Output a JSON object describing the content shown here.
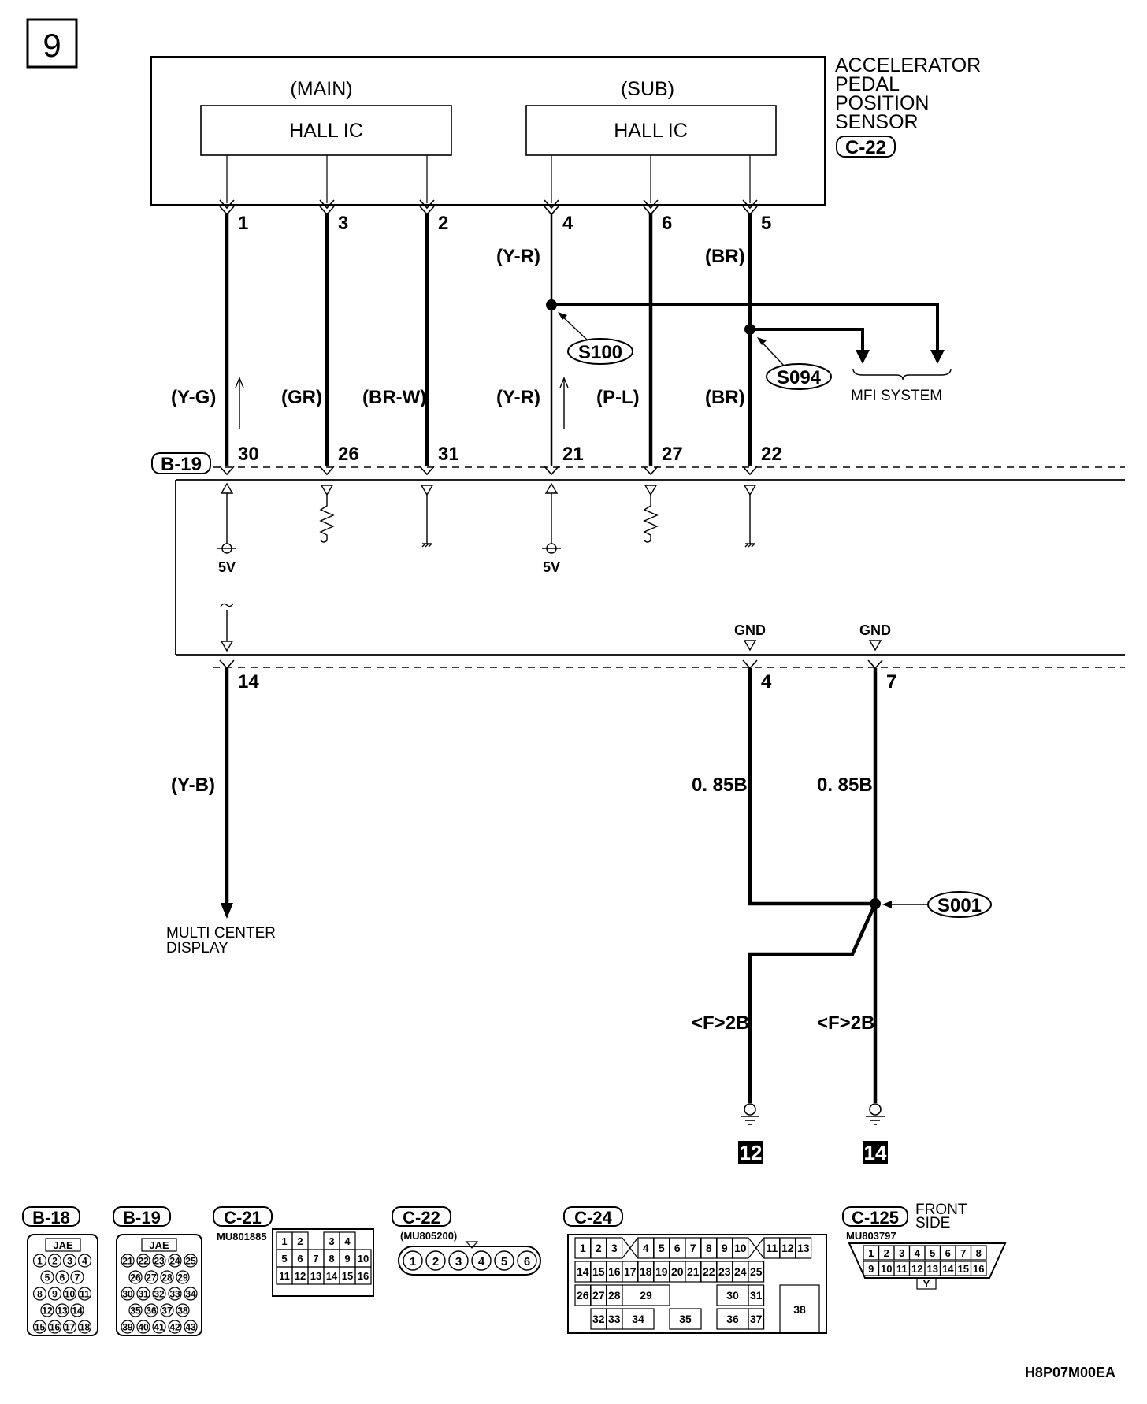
{
  "page_number": "9",
  "sensor": {
    "title_lines": [
      "ACCELERATOR",
      "PEDAL",
      "POSITION",
      "SENSOR"
    ],
    "connector": "C-22",
    "main_label": "(MAIN)",
    "sub_label": "(SUB)",
    "hall_main": "HALL IC",
    "hall_sub": "HALL IC",
    "pins": [
      "1",
      "3",
      "2",
      "4",
      "6",
      "5"
    ]
  },
  "upper_wires": {
    "color_top_y_r": "(Y-R)",
    "color_top_br": "(BR)",
    "colors": [
      "(Y-G)",
      "(GR)",
      "(BR-W)",
      "(Y-R)",
      "(P-L)",
      "(BR)"
    ],
    "pins": [
      "30",
      "26",
      "31",
      "21",
      "27",
      "22"
    ]
  },
  "splices": {
    "s100": "S100",
    "s094": "S094",
    "s001": "S001"
  },
  "mfi": "MFI SYSTEM",
  "ecu": {
    "connector": "B-19",
    "v5_left": "5V",
    "v5_right": "5V",
    "gnd1": "GND",
    "gnd2": "GND"
  },
  "lower_wires": {
    "pins": [
      "14",
      "4",
      "7"
    ],
    "color_yb": "(Y-B)",
    "size_left": "0. 85B",
    "size_right": "0. 85B",
    "fuse_left": "<F>2B",
    "fuse_right": "<F>2B"
  },
  "display": [
    "MULTI CENTER",
    "DISPLAY"
  ],
  "grounds": [
    "12",
    "14"
  ],
  "connector_views": {
    "b18": {
      "label": "B-18",
      "maker": "JAE",
      "rows": [
        [
          "1",
          "2",
          "3",
          "4"
        ],
        [
          "5",
          "6",
          "7"
        ],
        [
          "8",
          "9",
          "10",
          "11"
        ],
        [
          "12",
          "13",
          "14"
        ],
        [
          "15",
          "16",
          "17",
          "18"
        ]
      ]
    },
    "b19": {
      "label": "B-19",
      "maker": "JAE",
      "rows": [
        [
          "21",
          "22",
          "23",
          "24",
          "25"
        ],
        [
          "26",
          "27",
          "28",
          "29"
        ],
        [
          "30",
          "31",
          "32",
          "33",
          "34"
        ],
        [
          "35",
          "36",
          "37",
          "38"
        ],
        [
          "39",
          "40",
          "41",
          "42",
          "43"
        ]
      ]
    },
    "c21": {
      "label": "C-21",
      "part": "MU801885",
      "rows": [
        [
          "1",
          "2",
          "",
          "3",
          "4"
        ],
        [
          "5",
          "6",
          "7",
          "8",
          "9",
          "10"
        ],
        [
          "11",
          "12",
          "13",
          "14",
          "15",
          "16"
        ]
      ]
    },
    "c22": {
      "label": "C-22",
      "part": "(MU805200)",
      "pins": [
        "1",
        "2",
        "3",
        "4",
        "5",
        "6"
      ]
    },
    "c24": {
      "label": "C-24",
      "rows": [
        [
          "1",
          "2",
          "3",
          "4",
          "5",
          "6",
          "7",
          "8",
          "9",
          "10",
          "11",
          "12",
          "13"
        ],
        [
          "14",
          "15",
          "16",
          "17",
          "18",
          "19",
          "20",
          "21",
          "22",
          "23",
          "24",
          "25"
        ],
        [
          "26",
          "27",
          "28",
          "29",
          "30",
          "31",
          "38"
        ],
        [
          "32",
          "33",
          "34",
          "35",
          "36",
          "37"
        ]
      ]
    },
    "c125": {
      "label": "C-125",
      "note_lines": [
        "FRONT",
        "SIDE"
      ],
      "part": "MU803797",
      "rows": [
        [
          "1",
          "2",
          "3",
          "4",
          "5",
          "6",
          "7",
          "8"
        ],
        [
          "9",
          "10",
          "11",
          "12",
          "13",
          "14",
          "15",
          "16"
        ]
      ],
      "key": "Y"
    }
  },
  "code": "H8P07M00EA"
}
